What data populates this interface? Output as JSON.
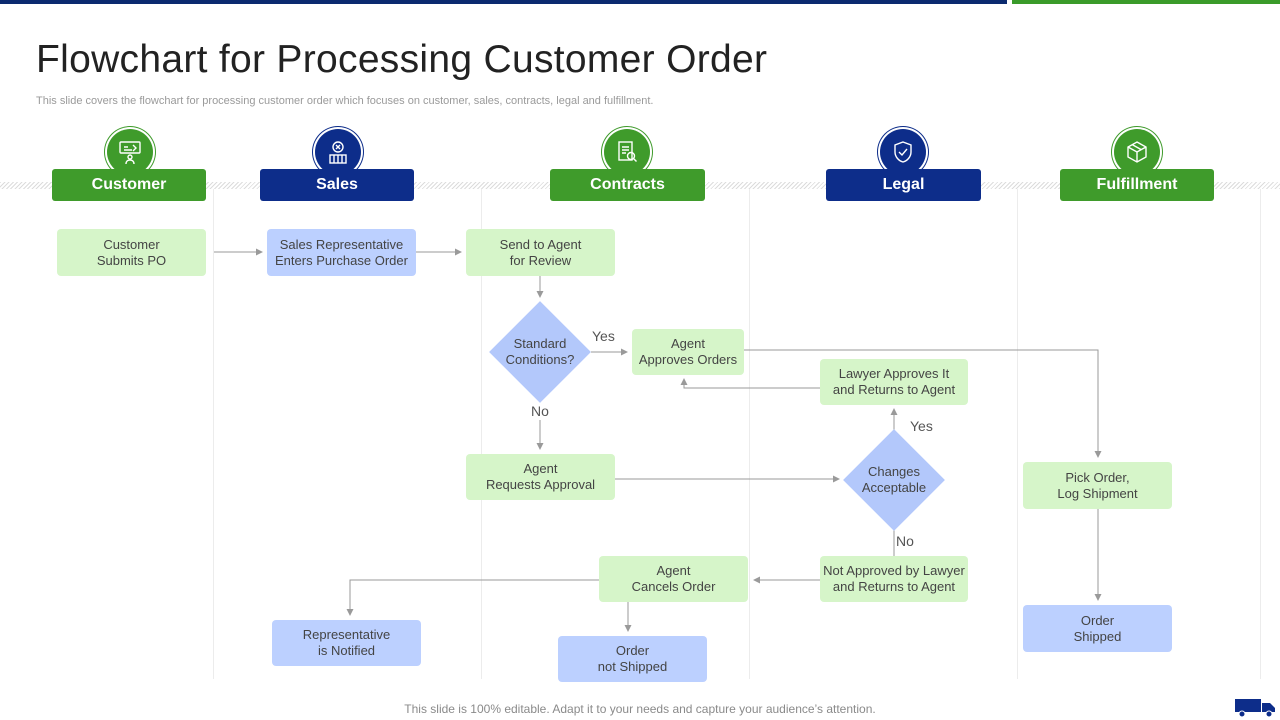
{
  "slide": {
    "title": "Flowchart for Processing Customer Order",
    "subtitle": "This slide covers the flowchart for processing customer order which focuses on customer, sales, contracts, legal and fulfillment.",
    "footer": "This slide is 100% editable. Adapt it to your needs and capture your audience’s attention."
  },
  "lanes": [
    {
      "label": "Customer",
      "icon": "presentation-icon",
      "color": "#3f9b2b"
    },
    {
      "label": "Sales",
      "icon": "sales-icon",
      "color": "#0d2d8a"
    },
    {
      "label": "Contracts",
      "icon": "document-search-icon",
      "color": "#3f9b2b"
    },
    {
      "label": "Legal",
      "icon": "legal-shield-icon",
      "color": "#0d2d8a"
    },
    {
      "label": "Fulfillment",
      "icon": "box-icon",
      "color": "#3f9b2b"
    }
  ],
  "nodes": {
    "customer_submits": "Customer\nSubmits PO",
    "sales_rep": "Sales Representative\nEnters Purchase Order",
    "send_agent": "Send to Agent\nfor Review",
    "standard_conditions": "Standard\nConditions?",
    "agent_approves": "Agent\nApproves  Orders",
    "lawyer_approves": "Lawyer Approves  It\nand Returns to Agent",
    "agent_requests": "Agent\nRequests Approval",
    "changes_acceptable": "Changes\nAcceptable",
    "pick_order": "Pick Order,\nLog Shipment",
    "not_approved": "Not Approved  by Lawyer\nand Returns to Agent",
    "agent_cancels": "Agent\nCancels Order",
    "rep_notified": "Representative\nis Notified",
    "order_not_shipped": "Order\nnot Shipped",
    "order_shipped": "Order\nShipped"
  },
  "edge_labels": {
    "yes_standard": "Yes",
    "no_standard": "No",
    "yes_changes": "Yes",
    "no_changes": "No"
  },
  "colors": {
    "green_header": "#3f9b2b",
    "navy_header": "#0d2d8a",
    "green_box": "#d6f5c9",
    "blue_box": "#bcd0ff",
    "diamond": "#b3c8fb",
    "connector": "#9a9a9a"
  }
}
